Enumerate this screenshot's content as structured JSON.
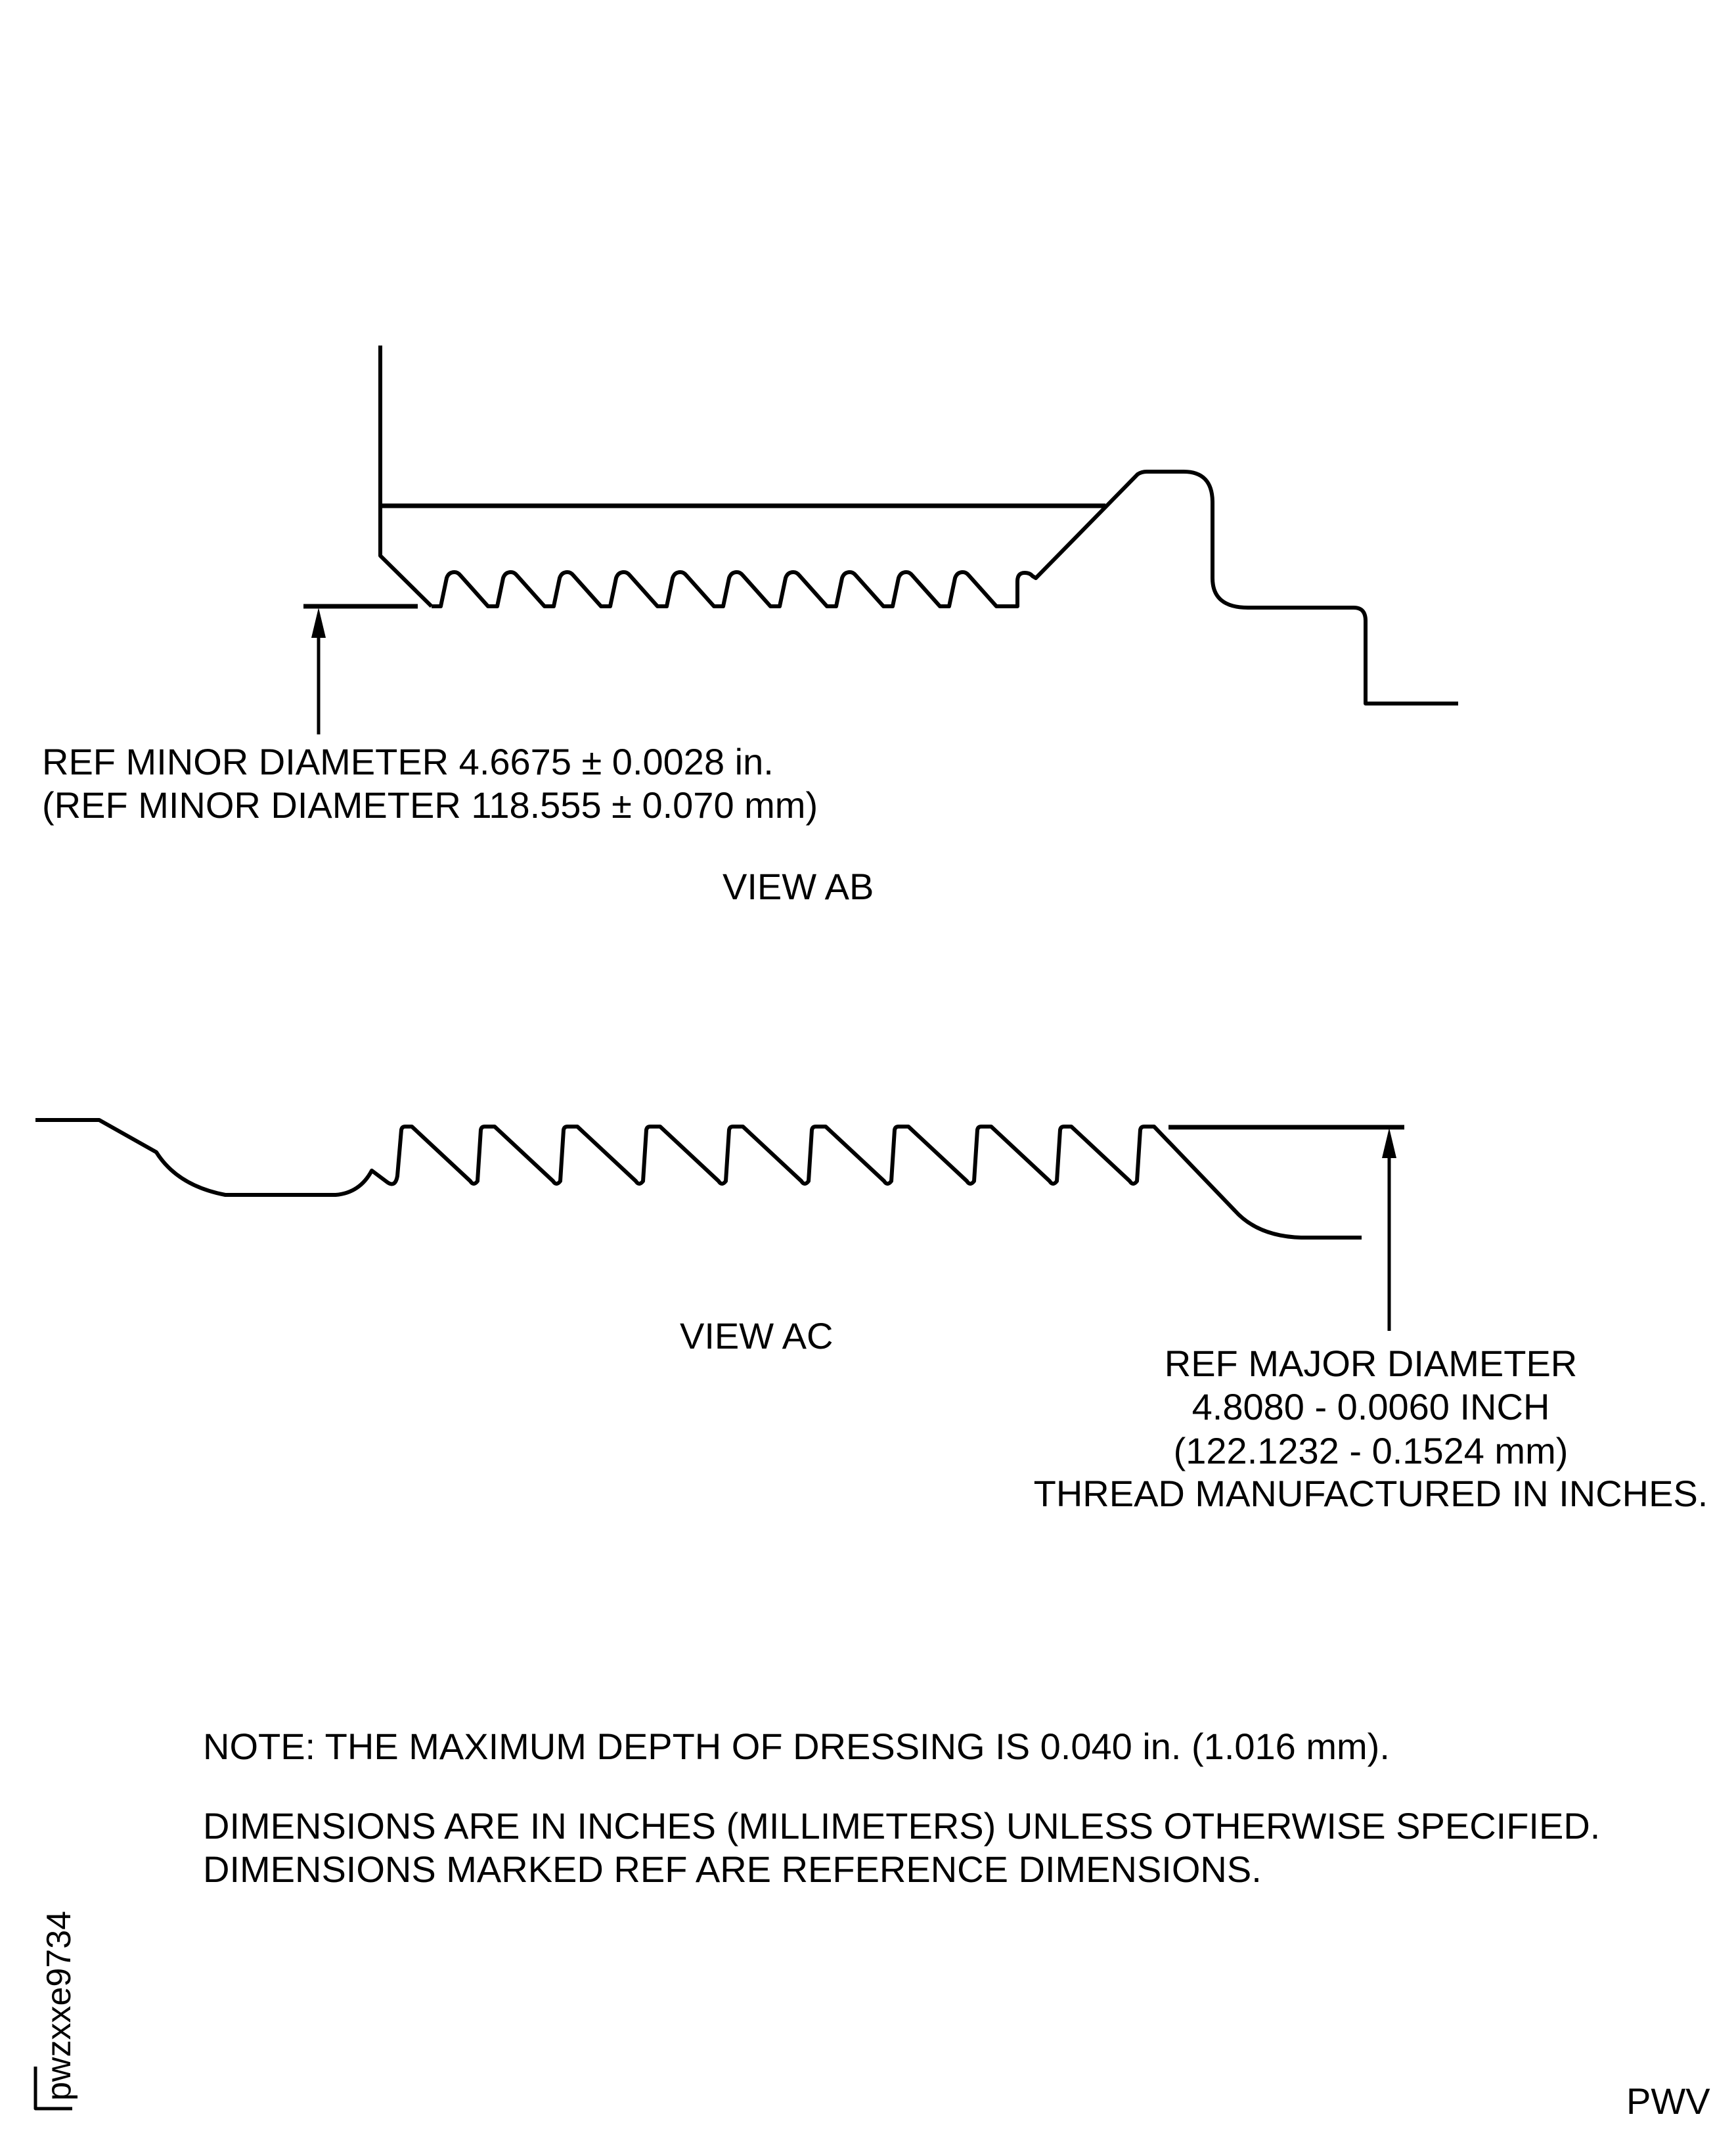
{
  "view_ab": {
    "label": "VIEW AB",
    "minor_diameter_line1": "REF MINOR DIAMETER 4.6675 ± 0.0028 in.",
    "minor_diameter_line2": "(REF MINOR DIAMETER 118.555 ± 0.070 mm)"
  },
  "view_ac": {
    "label": "VIEW AC",
    "major_diameter_lines": [
      "REF MAJOR DIAMETER",
      "4.8080 - 0.0060 INCH",
      "(122.1232 - 0.1524 mm)",
      "THREAD MANUFACTURED IN INCHES."
    ]
  },
  "notes": {
    "note": "NOTE: THE MAXIMUM DEPTH OF DRESSING IS 0.040 in. (1.016 mm).",
    "dimensions_line1": "DIMENSIONS ARE IN INCHES (MILLIMETERS) UNLESS OTHERWISE SPECIFIED.",
    "dimensions_line2": "DIMENSIONS MARKED REF ARE REFERENCE DIMENSIONS."
  },
  "figure_id": "pwzxxe9734",
  "corner_code": "PWV",
  "colors": {
    "line": "#000000",
    "background": "#ffffff"
  }
}
